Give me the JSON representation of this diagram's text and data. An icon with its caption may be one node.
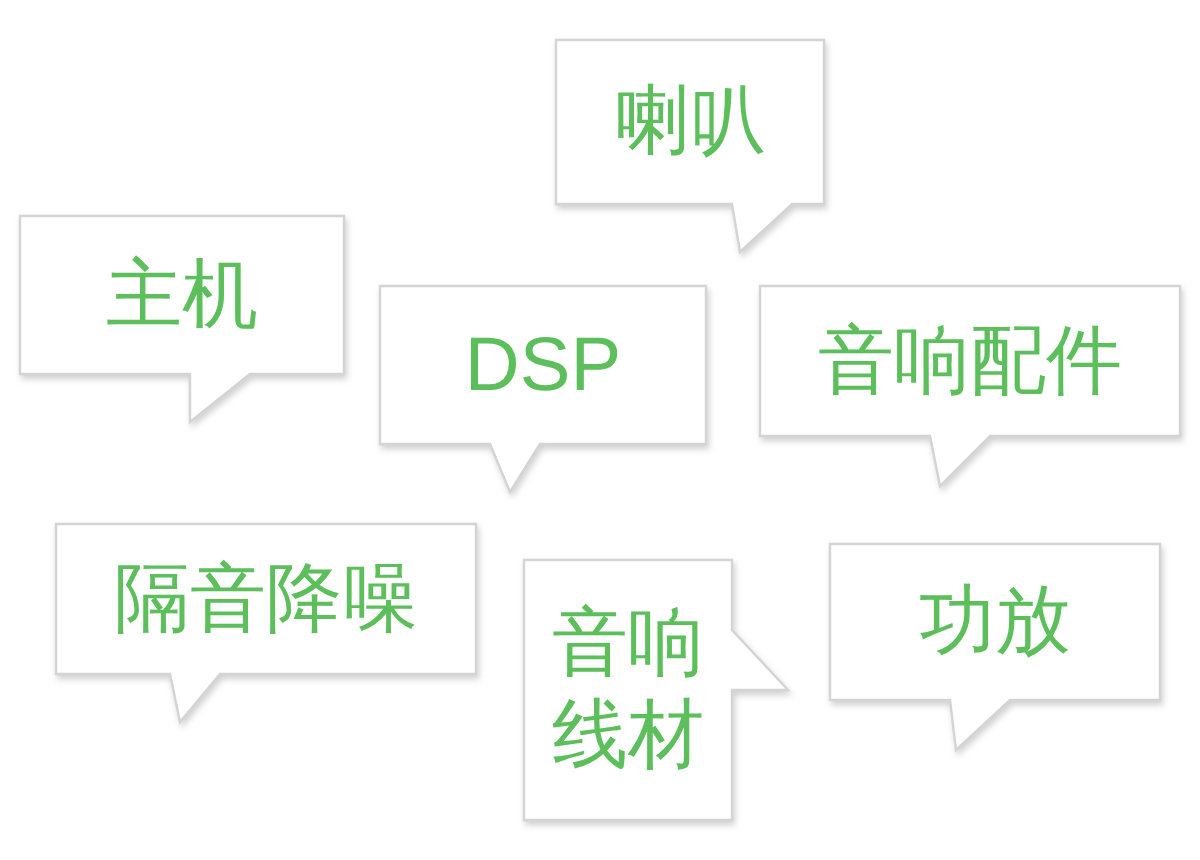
{
  "diagram": {
    "nodes": [
      {
        "text": [
          "喇叭"
        ]
      },
      {
        "text": [
          "主机"
        ]
      },
      {
        "text": [
          "DSP"
        ]
      },
      {
        "text": [
          "音响配件"
        ]
      },
      {
        "text": [
          "隔音降噪"
        ]
      },
      {
        "text": [
          "音响线材"
        ]
      },
      {
        "text": [
          "功放"
        ]
      }
    ]
  }
}
